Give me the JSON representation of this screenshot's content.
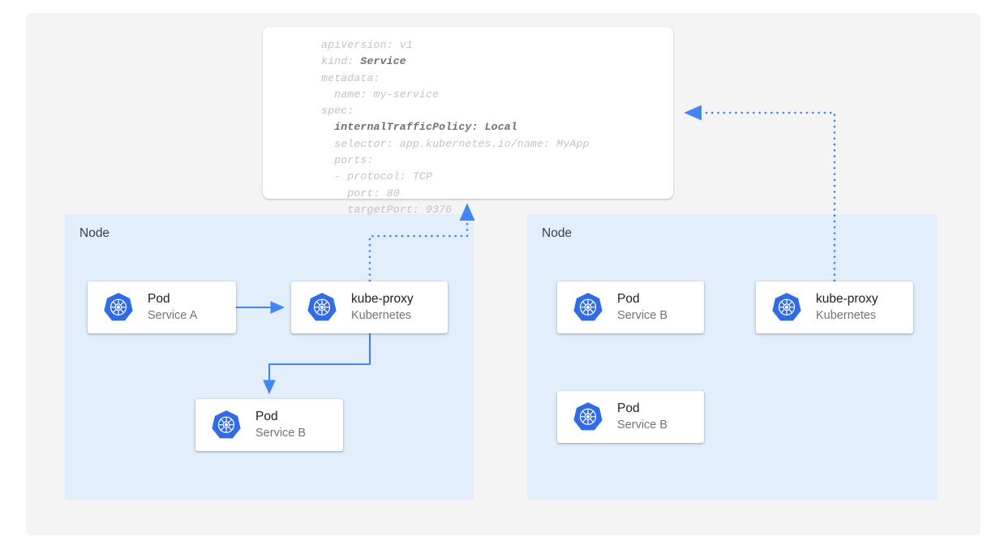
{
  "theme": {
    "page_background": "#ffffff",
    "panel_background": "#f4f4f5",
    "node_background": "#e2eefc",
    "card_background": "#ffffff",
    "accent_blue": "#4285f4",
    "k8s_logo_blue": "#326ce5",
    "code_text": "#c2c2c4",
    "code_text_bold": "#6f7073",
    "title_text": "#202124",
    "subtitle_text": "#70757a"
  },
  "yaml_card": {
    "name": "service-manifest",
    "lines": [
      {
        "text": "apiVersion: v1",
        "bold": false
      },
      {
        "prefix": "kind: ",
        "bold_text": "Service",
        "bold": "partial"
      },
      {
        "text": "metadata:",
        "bold": false
      },
      {
        "text": "  name: my-service",
        "bold": false
      },
      {
        "text": "spec:",
        "bold": false
      },
      {
        "text": "  internalTrafficPolicy: Local",
        "bold": true
      },
      {
        "text": "  selector: app.kubernetes.io/name: MyApp",
        "bold": false
      },
      {
        "text": "  ports:",
        "bold": false
      },
      {
        "text": "  - protocol: TCP",
        "bold": false
      },
      {
        "text": "    port: 80",
        "bold": false
      },
      {
        "text": "    targetPort: 9376",
        "bold": false
      }
    ],
    "full_text": "apiVersion: v1\nkind: Service\nmetadata:\n  name: my-service\nspec:\n  internalTrafficPolicy: Local\n  selector: app.kubernetes.io/name: MyApp\n  ports:\n  - protocol: TCP\n    port: 80\n    targetPort: 9376"
  },
  "nodes": [
    {
      "id": "node-left",
      "label": "Node",
      "boxes": [
        {
          "id": "pod-service-a",
          "icon": "kubernetes-logo-icon",
          "title": "Pod",
          "subtitle": "Service A"
        },
        {
          "id": "kube-proxy-left",
          "icon": "kubernetes-logo-icon",
          "title": "kube-proxy",
          "subtitle": "Kubernetes"
        },
        {
          "id": "pod-service-b-left",
          "icon": "kubernetes-logo-icon",
          "title": "Pod",
          "subtitle": "Service B"
        }
      ]
    },
    {
      "id": "node-right",
      "label": "Node",
      "boxes": [
        {
          "id": "pod-service-b-right-1",
          "icon": "kubernetes-logo-icon",
          "title": "Pod",
          "subtitle": "Service B"
        },
        {
          "id": "kube-proxy-right",
          "icon": "kubernetes-logo-icon",
          "title": "kube-proxy",
          "subtitle": "Kubernetes"
        },
        {
          "id": "pod-service-b-right-2",
          "icon": "kubernetes-logo-icon",
          "title": "Pod",
          "subtitle": "Service B"
        }
      ]
    }
  ],
  "connectors": [
    {
      "id": "pod-a-to-kube-proxy",
      "style": "solid",
      "from": "pod-service-a",
      "to": "kube-proxy-left"
    },
    {
      "id": "kube-proxy-to-pod-b",
      "style": "solid",
      "from": "kube-proxy-left",
      "to": "pod-service-b-left"
    },
    {
      "id": "kube-proxy-left-to-manifest",
      "style": "dotted",
      "from": "kube-proxy-left",
      "to": "service-manifest"
    },
    {
      "id": "kube-proxy-right-to-manifest",
      "style": "dotted",
      "from": "kube-proxy-right",
      "to": "service-manifest"
    }
  ]
}
